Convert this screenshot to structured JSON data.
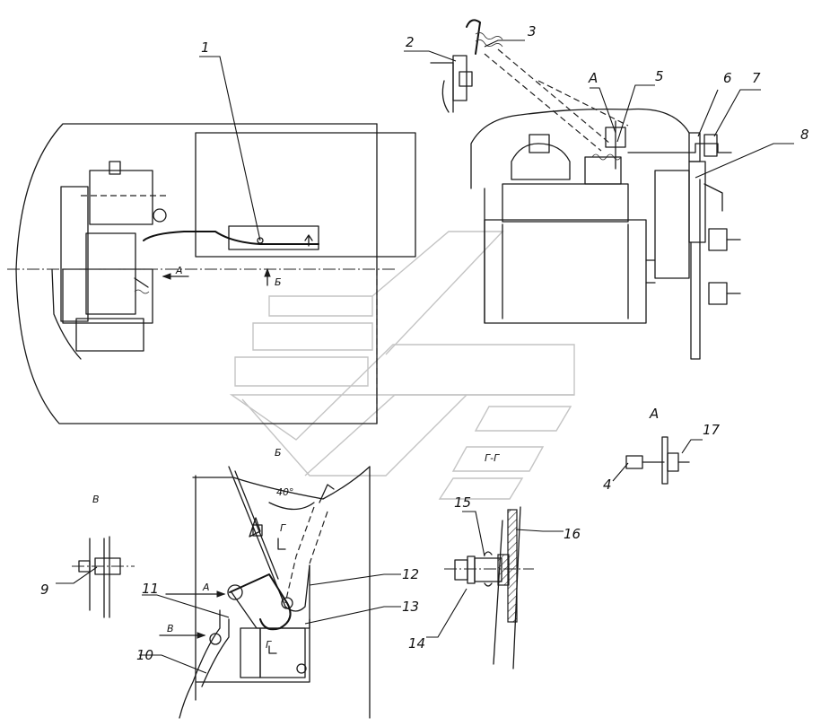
{
  "callouts": {
    "c1": "1",
    "c2": "2",
    "c3": "3",
    "c4": "4",
    "c5": "5",
    "c6": "6",
    "c7": "7",
    "c8": "8",
    "c9": "9",
    "c10": "10",
    "c11": "11",
    "c12": "12",
    "c13": "13",
    "c14": "14",
    "c15": "15",
    "c16": "16",
    "c17": "17"
  },
  "view_labels": {
    "view_a_top": "А",
    "view_a_side": "А",
    "arrow_a_main": "А",
    "arrow_b_main": "Б",
    "view_b": "Б",
    "view_v": "В",
    "section_g_g": "Г-Г",
    "arrow_a_lever": "А",
    "arrow_v_lever": "В",
    "section_g_mark_top": "Г",
    "section_g_mark_bottom": "Г",
    "angle": "40°"
  },
  "colors": {
    "ink": "#1a1a1a",
    "watermark": "#c4c4c4"
  }
}
